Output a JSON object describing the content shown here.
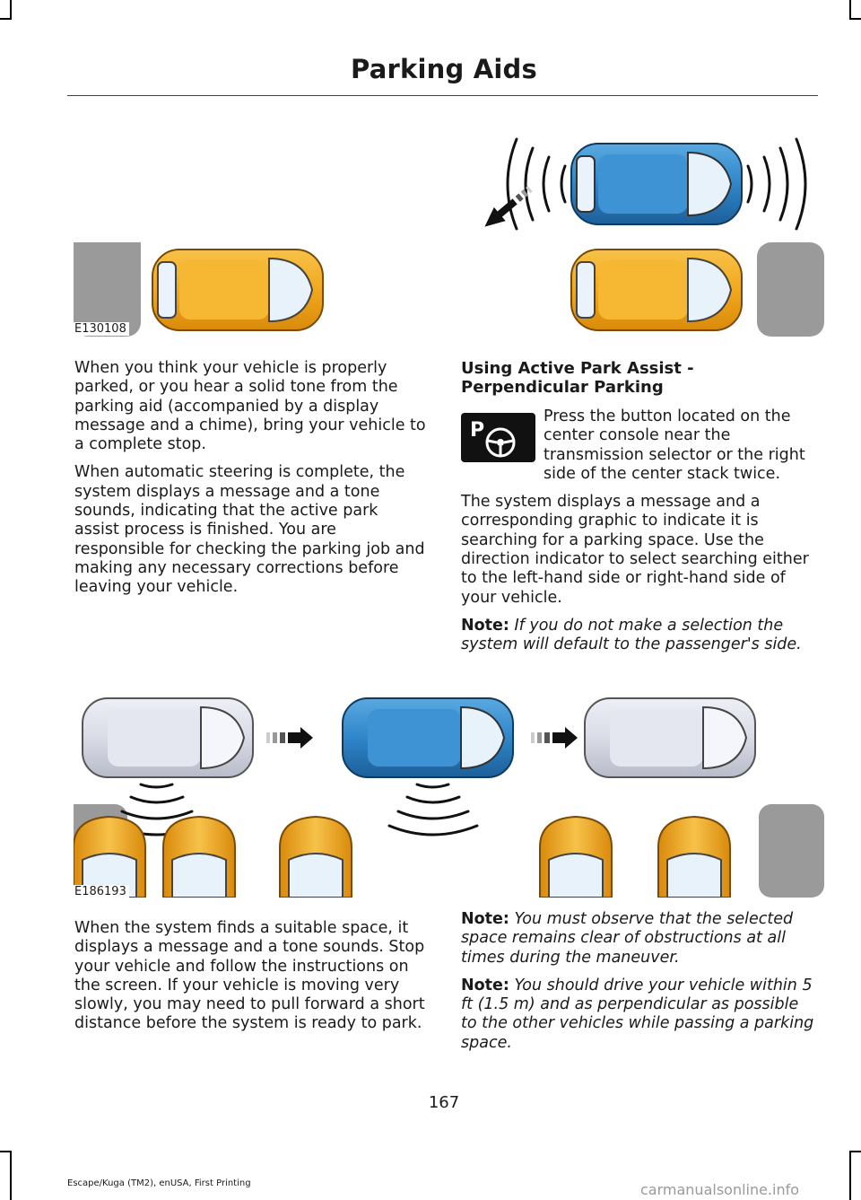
{
  "header": {
    "title": "Parking Aids"
  },
  "figure1": {
    "id": "E130108"
  },
  "figure2": {
    "id": "E186193"
  },
  "left_col_1": {
    "p1": "When you think your vehicle is properly parked, or you hear a solid tone from the parking aid (accompanied by a display message and a chime), bring your vehicle to a complete stop.",
    "p2": "When automatic steering is complete, the system displays a message and a tone sounds, indicating that the active park assist process is finished. You are responsible for checking the parking job and making any necessary corrections before leaving your vehicle."
  },
  "right_col_1": {
    "heading": "Using Active Park Assist - Perpendicular Parking",
    "icon": "active-park-assist-button-icon",
    "p1": "Press the button located on the center console near the transmission selector or the right side of the center stack twice.",
    "p2": "The system displays a message and a corresponding graphic to indicate it is searching for a parking space. Use the direction indicator to select searching either to the left-hand side or right-hand side of your vehicle.",
    "note_label": "Note:",
    "note_text": "If you do not make a selection the system will default to the passenger's side."
  },
  "left_col_2": {
    "p1": "When the system finds a suitable space, it displays a message and a tone sounds. Stop your vehicle and follow the instructions on the screen. If your vehicle is moving very slowly, you may need to pull forward a short distance before the system is ready to park."
  },
  "right_col_2": {
    "note1_label": "Note:",
    "note1_text": "You must observe that the selected space remains clear of obstructions at all times during the maneuver.",
    "note2_label": "Note:",
    "note2_text": "You should drive your vehicle within 5 ft (1.5 m) and as perpendicular as possible to the other vehicles while passing a parking space."
  },
  "page_number": "167",
  "footer": "Escape/Kuga (TM2), enUSA, First Printing",
  "watermark": "carmanualsonline.info",
  "colors": {
    "blue_car": "#2f86c9",
    "yellow_car": "#f2a81d",
    "grey_car": "#d9dbe6",
    "grey_block": "#9a9a9a"
  }
}
